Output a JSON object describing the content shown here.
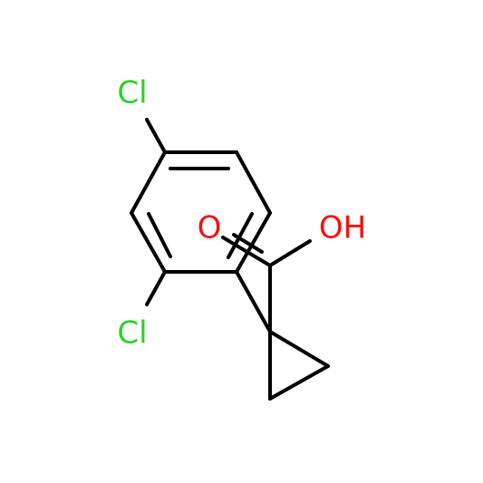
{
  "molecule": {
    "labels": {
      "cl_top": "Cl",
      "cl_bottom": "Cl",
      "oxygen": "O",
      "hydroxyl": "OH"
    },
    "colors": {
      "chlorine": "#2bd12b",
      "oxygen": "#ff0d0d",
      "bond": "#000000",
      "background": "#ffffff"
    }
  }
}
